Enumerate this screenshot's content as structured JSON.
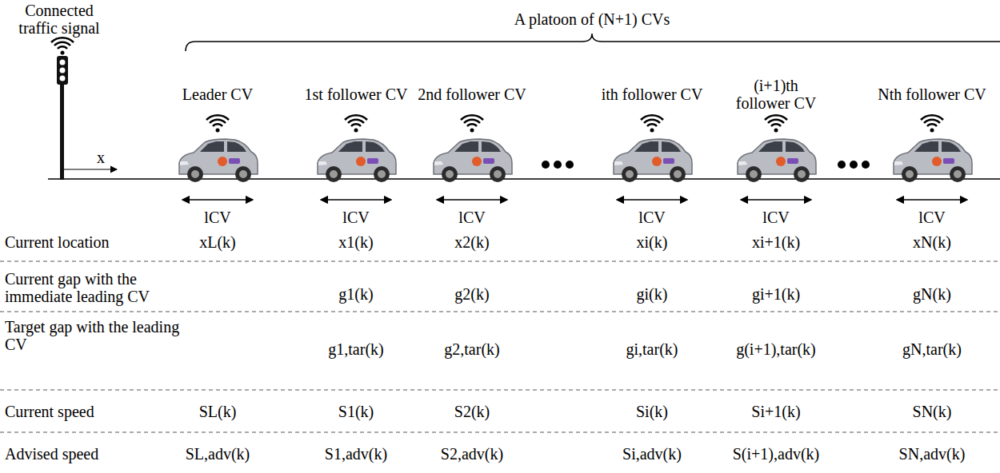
{
  "diagram": {
    "labels": [
      "Connected traffic signal",
      "A platoon of (N+1) CVs",
      "x",
      "Leader CV",
      "1st follower CV",
      "2nd follower CV",
      "ith follower CV",
      "(i+1)th follower CV",
      "Nth follower CV",
      "lCV",
      "lCV",
      "lCV",
      "lCV",
      "lCV",
      "lCV",
      "Current location",
      "Current gap with the immediate leading CV",
      "Target gap with the leading CV",
      "Current speed",
      "Advised speed",
      "xL(k)",
      "x1(k)",
      "x2(k)",
      "xi(k)",
      "xi+1(k)",
      "xN(k)",
      "g1(k)",
      "g2(k)",
      "gi(k)",
      "gi+1(k)",
      "gN(k)",
      "g1,tar(k)",
      "g2,tar(k)",
      "gi,tar(k)",
      "g(i+1),tar(k)",
      "gN,tar(k)",
      "SL(k)",
      "S1(k)",
      "S2(k)",
      "Si(k)",
      "Si+1(k)",
      "SN(k)",
      "SL,adv(k)",
      "S1,adv(k)",
      "S2,adv(k)",
      "Si,adv(k)",
      "S(i+1),adv(k)",
      "SN,adv(k)"
    ]
  }
}
